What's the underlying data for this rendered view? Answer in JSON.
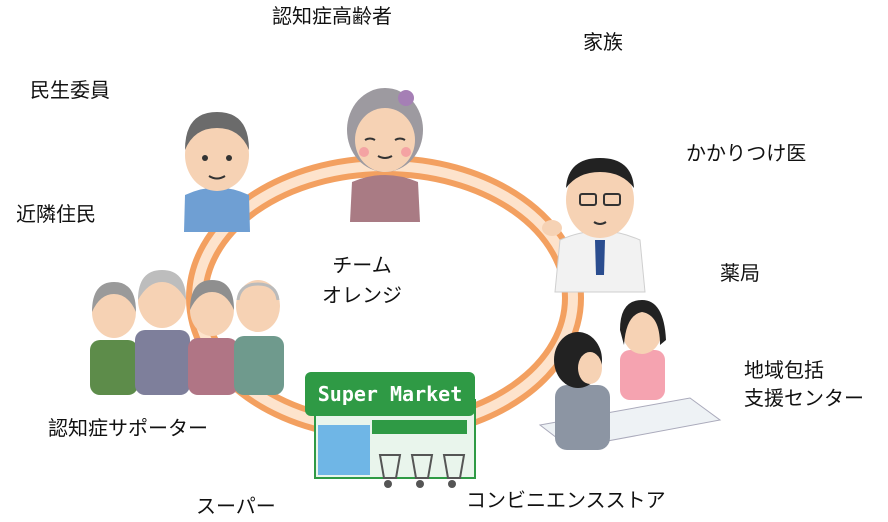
{
  "diagram": {
    "center_label": [
      "チーム",
      "オレンジ"
    ],
    "labels": {
      "elderly": "認知症高齢者",
      "family": "家族",
      "welfare_commissioner": "民生委員",
      "family_doctor": "かかりつけ医",
      "neighbors": "近隣住民",
      "pharmacy": "薬局",
      "support_center_line1": "地域包括",
      "support_center_line2": "支援センター",
      "dementia_supporter": "認知症サポーター",
      "supermarket": "スーパー",
      "convenience_store": "コンビニエンスストア"
    },
    "store_sign": "Super Market",
    "colors": {
      "ring": "#f3a060",
      "ring_inner": "#fde3cc",
      "store_green": "#2f9a45",
      "store_blue": "#6fb6e6"
    }
  }
}
